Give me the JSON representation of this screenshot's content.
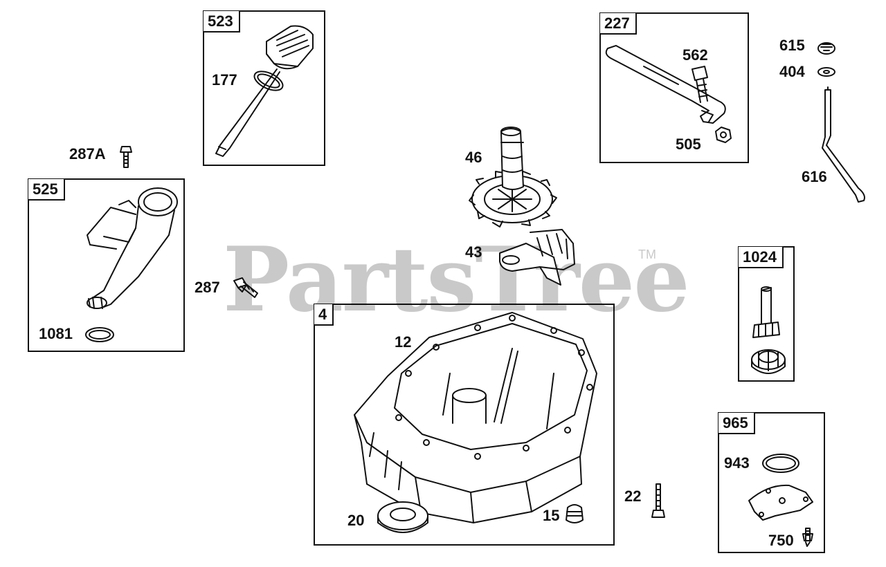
{
  "watermark": {
    "text": "PartsTree",
    "trademark": "TM"
  },
  "boxes": {
    "b523": "523",
    "b227": "227",
    "b525": "525",
    "b4": "4",
    "b1024": "1024",
    "b965": "965"
  },
  "labels": {
    "p177": "177",
    "p562": "562",
    "p505": "505",
    "p615": "615",
    "p404": "404",
    "p616": "616",
    "p287A": "287A",
    "p1081": "1081",
    "p287": "287",
    "p46": "46",
    "p43": "43",
    "p12": "12",
    "p20": "20",
    "p15": "15",
    "p22": "22",
    "p943": "943",
    "p750": "750"
  }
}
